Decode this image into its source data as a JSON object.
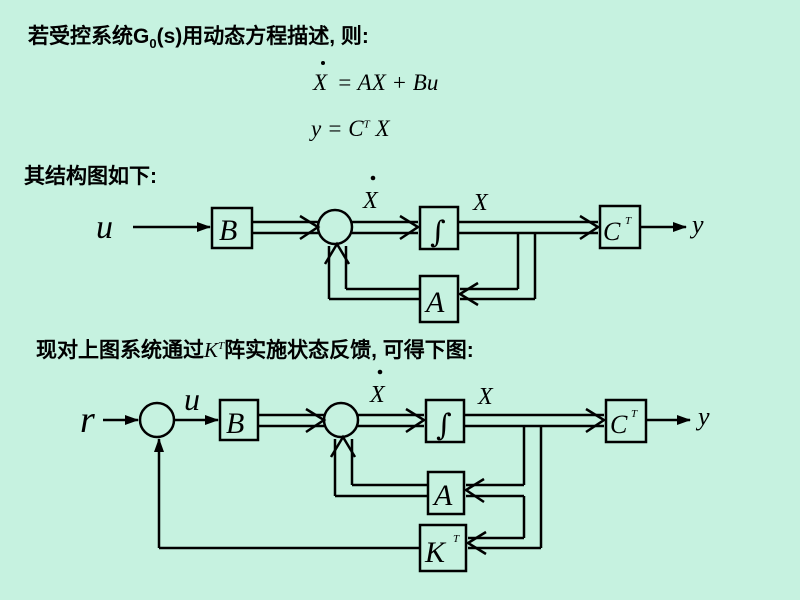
{
  "text": {
    "intro_prefix": "若受控系统G",
    "intro_sub": "0",
    "intro_suffix": "(s)用动态方程描述, 则:",
    "eq1_lhs": "X",
    "eq1_rhs": "= AX  + Bu",
    "eq2_lhs": "y = C",
    "eq2_sup": "T",
    "eq2_rhs": " X",
    "section1": "其结构图如下:",
    "section2_prefix": "现对上图系统通过",
    "section2_K": "K",
    "section2_sup": "T",
    "section2_suffix": "阵实施状态反馈, 可得下图:"
  },
  "diagram1": {
    "input": "u",
    "block_B": "B",
    "xdot": "X",
    "integrator": "∫",
    "x": "X",
    "block_C": "C",
    "block_C_sup": "T",
    "output": "y",
    "block_A": "A"
  },
  "diagram2": {
    "input": "r",
    "u": "u",
    "block_B": "B",
    "xdot": "X",
    "integrator": "∫",
    "x": "X",
    "block_C": "C",
    "block_C_sup": "T",
    "output": "y",
    "block_A": "A",
    "block_K": "K",
    "block_K_sup": "T"
  }
}
